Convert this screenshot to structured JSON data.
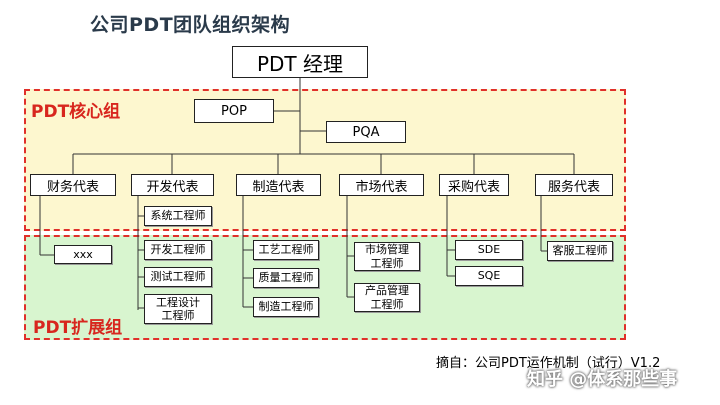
{
  "title": "公司PDT团队组织架构",
  "manager": "PDT 经理",
  "core_zone_label": "PDT核心组",
  "extended_zone_label": "PDT扩展组",
  "pop": "POP",
  "pqa": "PQA",
  "representatives": [
    "财务代表",
    "开发代表",
    "制造代表",
    "市场代表",
    "采购代表",
    "服务代表"
  ],
  "subroles": {
    "finance": [
      "xxx"
    ],
    "development": [
      "系统工程师",
      "开发工程师",
      "测试工程师",
      "工程设计\n工程师"
    ],
    "manufacturing": [
      "工艺工程师",
      "质量工程师",
      "制造工程师"
    ],
    "marketing": [
      "市场管理\n工程师",
      "产品管理\n工程师"
    ],
    "procurement": [
      "SDE",
      "SQE"
    ],
    "service": [
      "客服工程师"
    ]
  },
  "source": "摘自：公司PDT运作机制（试行）V1.2",
  "watermark": "知乎 @体系那些事",
  "colors": {
    "zone_border": "#e0302a",
    "core_fill": "#fdf7cf",
    "extended_fill": "#d8f5cf",
    "zone_label": "#d8261e"
  }
}
